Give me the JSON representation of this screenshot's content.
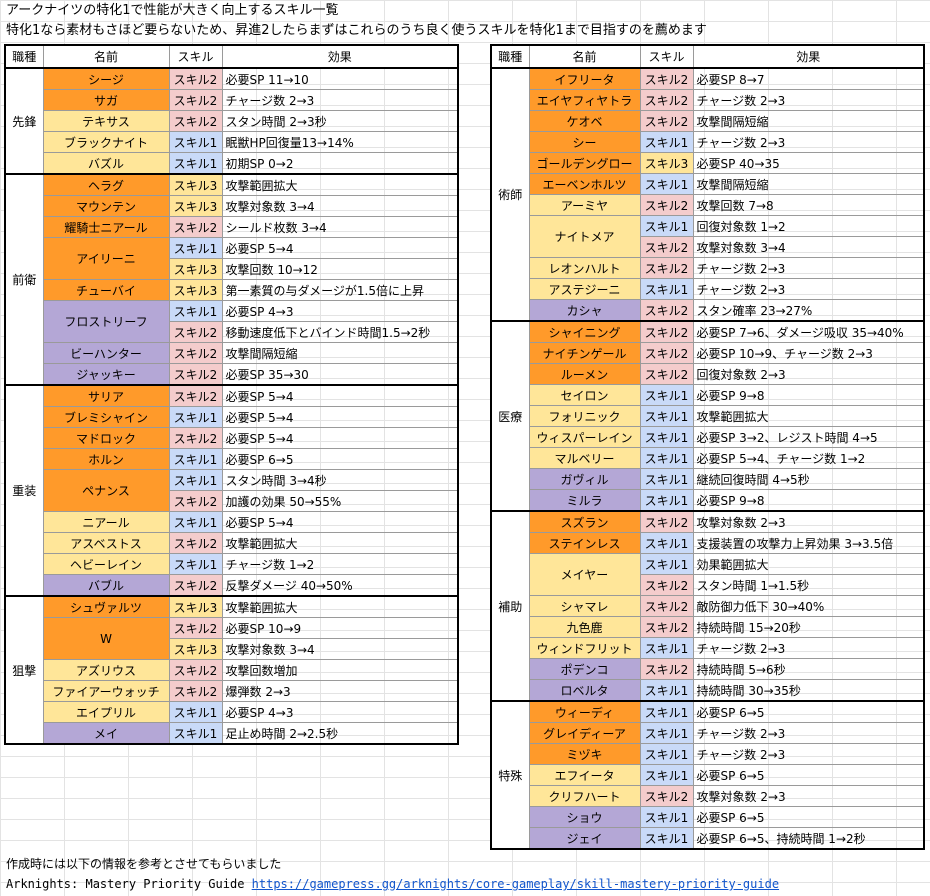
{
  "title": "アークナイツの特化1で性能が大きく向上するスキル一覧",
  "subtitle": "特化1なら素材もさほど要らないため、昇進2したらまずはこれらのうち良く使うスキルを特化1まで目指すのを薦めます",
  "headers": {
    "job": "職種",
    "name": "名前",
    "skill": "スキル",
    "effect": "効果"
  },
  "colors": {
    "rarity6": "#ff9a2a",
    "rarity5": "#ffe699",
    "rarity4": "#b4a7d6",
    "skill1": "#c9daf8",
    "skill2": "#f4cccc",
    "skill3": "#ffe599"
  },
  "left_groups": [
    {
      "job": "先鋒",
      "entries": [
        {
          "name": "シージ",
          "rarity": 6,
          "skills": [
            {
              "skill": "スキル2",
              "sk": 2,
              "effect": "必要SP 11→10"
            }
          ]
        },
        {
          "name": "サガ",
          "rarity": 6,
          "skills": [
            {
              "skill": "スキル2",
              "sk": 2,
              "effect": "チャージ数 2→3"
            }
          ]
        },
        {
          "name": "テキサス",
          "rarity": 5,
          "skills": [
            {
              "skill": "スキル2",
              "sk": 2,
              "effect": "スタン時間 2→3秒"
            }
          ]
        },
        {
          "name": "ブラックナイト",
          "rarity": 5,
          "skills": [
            {
              "skill": "スキル1",
              "sk": 1,
              "effect": "眠獣HP回復量13→14%"
            }
          ]
        },
        {
          "name": "バズル",
          "rarity": 5,
          "skills": [
            {
              "skill": "スキル1",
              "sk": 1,
              "effect": "初期SP 0→2"
            }
          ]
        }
      ]
    },
    {
      "job": "前衛",
      "entries": [
        {
          "name": "ヘラグ",
          "rarity": 6,
          "skills": [
            {
              "skill": "スキル3",
              "sk": 3,
              "effect": "攻撃範囲拡大"
            }
          ]
        },
        {
          "name": "マウンテン",
          "rarity": 6,
          "skills": [
            {
              "skill": "スキル3",
              "sk": 3,
              "effect": "攻撃対象数 3→4"
            }
          ]
        },
        {
          "name": "耀騎士ニアール",
          "rarity": 6,
          "skills": [
            {
              "skill": "スキル2",
              "sk": 2,
              "effect": "シールド枚数 3→4"
            }
          ]
        },
        {
          "name": "アイリーニ",
          "rarity": 6,
          "skills": [
            {
              "skill": "スキル1",
              "sk": 1,
              "effect": "必要SP 5→4"
            },
            {
              "skill": "スキル3",
              "sk": 3,
              "effect": "攻撃回数 10→12"
            }
          ]
        },
        {
          "name": "チューバイ",
          "rarity": 6,
          "skills": [
            {
              "skill": "スキル3",
              "sk": 3,
              "effect": "第一素質の与ダメージが1.5倍に上昇"
            }
          ]
        },
        {
          "name": "フロストリーフ",
          "rarity": 4,
          "skills": [
            {
              "skill": "スキル1",
              "sk": 1,
              "effect": "必要SP 4→3"
            },
            {
              "skill": "スキル2",
              "sk": 2,
              "effect": "移動速度低下とバインド時間1.5→2秒"
            }
          ]
        },
        {
          "name": "ビーハンター",
          "rarity": 4,
          "skills": [
            {
              "skill": "スキル2",
              "sk": 2,
              "effect": "攻撃間隔短縮"
            }
          ]
        },
        {
          "name": "ジャッキー",
          "rarity": 4,
          "skills": [
            {
              "skill": "スキル2",
              "sk": 2,
              "effect": "必要SP 35→30"
            }
          ]
        }
      ]
    },
    {
      "job": "重装",
      "entries": [
        {
          "name": "サリア",
          "rarity": 6,
          "skills": [
            {
              "skill": "スキル2",
              "sk": 2,
              "effect": "必要SP 5→4"
            }
          ]
        },
        {
          "name": "ブレミシャイン",
          "rarity": 6,
          "skills": [
            {
              "skill": "スキル1",
              "sk": 1,
              "effect": "必要SP 5→4"
            }
          ]
        },
        {
          "name": "マドロック",
          "rarity": 6,
          "skills": [
            {
              "skill": "スキル2",
              "sk": 2,
              "effect": "必要SP 5→4"
            }
          ]
        },
        {
          "name": "ホルン",
          "rarity": 6,
          "skills": [
            {
              "skill": "スキル1",
              "sk": 1,
              "effect": "必要SP 6→5"
            }
          ]
        },
        {
          "name": "ペナンス",
          "rarity": 6,
          "skills": [
            {
              "skill": "スキル1",
              "sk": 1,
              "effect": "スタン時間 3→4秒"
            },
            {
              "skill": "スキル2",
              "sk": 2,
              "effect": "加護の効果 50→55%"
            }
          ]
        },
        {
          "name": "ニアール",
          "rarity": 5,
          "skills": [
            {
              "skill": "スキル1",
              "sk": 1,
              "effect": "必要SP 5→4"
            }
          ]
        },
        {
          "name": "アスベストス",
          "rarity": 5,
          "skills": [
            {
              "skill": "スキル2",
              "sk": 2,
              "effect": "攻撃範囲拡大"
            }
          ]
        },
        {
          "name": "ヘビーレイン",
          "rarity": 5,
          "skills": [
            {
              "skill": "スキル1",
              "sk": 1,
              "effect": "チャージ数 1→2"
            }
          ]
        },
        {
          "name": "バブル",
          "rarity": 4,
          "skills": [
            {
              "skill": "スキル2",
              "sk": 2,
              "effect": "反撃ダメージ 40→50%"
            }
          ]
        }
      ]
    },
    {
      "job": "狙撃",
      "entries": [
        {
          "name": "シュヴァルツ",
          "rarity": 6,
          "skills": [
            {
              "skill": "スキル3",
              "sk": 3,
              "effect": "攻撃範囲拡大"
            }
          ]
        },
        {
          "name": "W",
          "rarity": 6,
          "skills": [
            {
              "skill": "スキル2",
              "sk": 2,
              "effect": "必要SP 10→9"
            },
            {
              "skill": "スキル3",
              "sk": 3,
              "effect": "攻撃対象数 3→4"
            }
          ]
        },
        {
          "name": "アズリウス",
          "rarity": 5,
          "skills": [
            {
              "skill": "スキル2",
              "sk": 2,
              "effect": "攻撃回数増加"
            }
          ]
        },
        {
          "name": "ファイアーウォッチ",
          "rarity": 5,
          "skills": [
            {
              "skill": "スキル2",
              "sk": 2,
              "effect": "爆弾数 2→3"
            }
          ]
        },
        {
          "name": "エイプリル",
          "rarity": 5,
          "skills": [
            {
              "skill": "スキル1",
              "sk": 1,
              "effect": "必要SP 4→3"
            }
          ]
        },
        {
          "name": "メイ",
          "rarity": 4,
          "skills": [
            {
              "skill": "スキル1",
              "sk": 1,
              "effect": "足止め時間 2→2.5秒"
            }
          ]
        }
      ]
    }
  ],
  "right_groups": [
    {
      "job": "術師",
      "entries": [
        {
          "name": "イフリータ",
          "rarity": 6,
          "skills": [
            {
              "skill": "スキル2",
              "sk": 2,
              "effect": "必要SP 8→7"
            }
          ]
        },
        {
          "name": "エイヤフィヤトラ",
          "rarity": 6,
          "skills": [
            {
              "skill": "スキル2",
              "sk": 2,
              "effect": "チャージ数 2→3"
            }
          ]
        },
        {
          "name": "ケオベ",
          "rarity": 6,
          "skills": [
            {
              "skill": "スキル2",
              "sk": 2,
              "effect": "攻撃間隔短縮"
            }
          ]
        },
        {
          "name": "シー",
          "rarity": 6,
          "skills": [
            {
              "skill": "スキル1",
              "sk": 1,
              "effect": "チャージ数 2→3"
            }
          ]
        },
        {
          "name": "ゴールデングロー",
          "rarity": 6,
          "skills": [
            {
              "skill": "スキル3",
              "sk": 3,
              "effect": "必要SP 40→35"
            }
          ]
        },
        {
          "name": "エーベンホルツ",
          "rarity": 6,
          "skills": [
            {
              "skill": "スキル1",
              "sk": 1,
              "effect": "攻撃間隔短縮"
            }
          ]
        },
        {
          "name": "アーミヤ",
          "rarity": 5,
          "skills": [
            {
              "skill": "スキル2",
              "sk": 2,
              "effect": "攻撃回数 7→8"
            }
          ]
        },
        {
          "name": "ナイトメア",
          "rarity": 5,
          "skills": [
            {
              "skill": "スキル1",
              "sk": 1,
              "effect": "回復対象数 1→2"
            },
            {
              "skill": "スキル2",
              "sk": 2,
              "effect": "攻撃対象数 3→4"
            }
          ]
        },
        {
          "name": "レオンハルト",
          "rarity": 5,
          "skills": [
            {
              "skill": "スキル2",
              "sk": 2,
              "effect": "チャージ数 2→3"
            }
          ]
        },
        {
          "name": "アステジーニ",
          "rarity": 5,
          "skills": [
            {
              "skill": "スキル1",
              "sk": 1,
              "effect": "チャージ数 2→3"
            }
          ]
        },
        {
          "name": "カシャ",
          "rarity": 4,
          "skills": [
            {
              "skill": "スキル2",
              "sk": 2,
              "effect": "スタン確率 23→27%"
            }
          ]
        }
      ]
    },
    {
      "job": "医療",
      "entries": [
        {
          "name": "シャイニング",
          "rarity": 6,
          "skills": [
            {
              "skill": "スキル2",
              "sk": 2,
              "effect": "必要SP 7→6、ダメージ吸収 35→40%"
            }
          ]
        },
        {
          "name": "ナイチンゲール",
          "rarity": 6,
          "skills": [
            {
              "skill": "スキル2",
              "sk": 2,
              "effect": "必要SP 10→9、チャージ数 2→3"
            }
          ]
        },
        {
          "name": "ルーメン",
          "rarity": 6,
          "skills": [
            {
              "skill": "スキル2",
              "sk": 2,
              "effect": "回復対象数 2→3"
            }
          ]
        },
        {
          "name": "セイロン",
          "rarity": 5,
          "skills": [
            {
              "skill": "スキル1",
              "sk": 1,
              "effect": "必要SP 9→8"
            }
          ]
        },
        {
          "name": "フォリニック",
          "rarity": 5,
          "skills": [
            {
              "skill": "スキル1",
              "sk": 1,
              "effect": "攻撃範囲拡大"
            }
          ]
        },
        {
          "name": "ウィスパーレイン",
          "rarity": 5,
          "skills": [
            {
              "skill": "スキル1",
              "sk": 1,
              "effect": "必要SP 3→2、レジスト時間 4→5"
            }
          ]
        },
        {
          "name": "マルベリー",
          "rarity": 5,
          "skills": [
            {
              "skill": "スキル1",
              "sk": 1,
              "effect": "必要SP 5→4、チャージ数 1→2"
            }
          ]
        },
        {
          "name": "ガヴィル",
          "rarity": 4,
          "skills": [
            {
              "skill": "スキル1",
              "sk": 1,
              "effect": "継続回復時間 4→5秒"
            }
          ]
        },
        {
          "name": "ミルラ",
          "rarity": 4,
          "skills": [
            {
              "skill": "スキル1",
              "sk": 1,
              "effect": "必要SP 9→8"
            }
          ]
        }
      ]
    },
    {
      "job": "補助",
      "entries": [
        {
          "name": "スズラン",
          "rarity": 6,
          "skills": [
            {
              "skill": "スキル2",
              "sk": 2,
              "effect": "攻撃対象数 2→3"
            }
          ]
        },
        {
          "name": "ステインレス",
          "rarity": 6,
          "skills": [
            {
              "skill": "スキル1",
              "sk": 1,
              "effect": "支援装置の攻撃力上昇効果 3→3.5倍"
            }
          ]
        },
        {
          "name": "メイヤー",
          "rarity": 5,
          "skills": [
            {
              "skill": "スキル1",
              "sk": 1,
              "effect": "効果範囲拡大"
            },
            {
              "skill": "スキル2",
              "sk": 2,
              "effect": "スタン時間 1→1.5秒"
            }
          ]
        },
        {
          "name": "シャマレ",
          "rarity": 5,
          "skills": [
            {
              "skill": "スキル2",
              "sk": 2,
              "effect": "敵防御力低下 30→40%"
            }
          ]
        },
        {
          "name": "九色鹿",
          "rarity": 5,
          "skills": [
            {
              "skill": "スキル2",
              "sk": 2,
              "effect": "持続時間 15→20秒"
            }
          ]
        },
        {
          "name": "ウィンドフリット",
          "rarity": 5,
          "skills": [
            {
              "skill": "スキル1",
              "sk": 1,
              "effect": "チャージ数 2→3"
            }
          ]
        },
        {
          "name": "ポデンコ",
          "rarity": 4,
          "skills": [
            {
              "skill": "スキル2",
              "sk": 2,
              "effect": "持続時間 5→6秒"
            }
          ]
        },
        {
          "name": "ロベルタ",
          "rarity": 4,
          "skills": [
            {
              "skill": "スキル1",
              "sk": 1,
              "effect": "持続時間 30→35秒"
            }
          ]
        }
      ]
    },
    {
      "job": "特殊",
      "entries": [
        {
          "name": "ウィーディ",
          "rarity": 6,
          "skills": [
            {
              "skill": "スキル1",
              "sk": 1,
              "effect": "必要SP 6→5"
            }
          ]
        },
        {
          "name": "グレイディーア",
          "rarity": 6,
          "skills": [
            {
              "skill": "スキル1",
              "sk": 1,
              "effect": "チャージ数 2→3"
            }
          ]
        },
        {
          "name": "ミヅキ",
          "rarity": 6,
          "skills": [
            {
              "skill": "スキル1",
              "sk": 1,
              "effect": "チャージ数 2→3"
            }
          ]
        },
        {
          "name": "エフイータ",
          "rarity": 5,
          "skills": [
            {
              "skill": "スキル1",
              "sk": 1,
              "effect": "必要SP 6→5"
            }
          ]
        },
        {
          "name": "クリフハート",
          "rarity": 5,
          "skills": [
            {
              "skill": "スキル2",
              "sk": 2,
              "effect": "攻撃対象数 2→3"
            }
          ]
        },
        {
          "name": "ショウ",
          "rarity": 4,
          "skills": [
            {
              "skill": "スキル1",
              "sk": 1,
              "effect": "必要SP 6→5"
            }
          ]
        },
        {
          "name": "ジェイ",
          "rarity": 4,
          "skills": [
            {
              "skill": "スキル1",
              "sk": 1,
              "effect": "必要SP 6→5、持続時間 1→2秒"
            }
          ]
        }
      ]
    }
  ],
  "footer": {
    "note": "作成時には以下の情報を参考とさせてもらいました",
    "source_label": "Arknights: Mastery Priority Guide",
    "source_link": "https://gamepress.gg/arknights/core-gameplay/skill-mastery-priority-guide"
  }
}
